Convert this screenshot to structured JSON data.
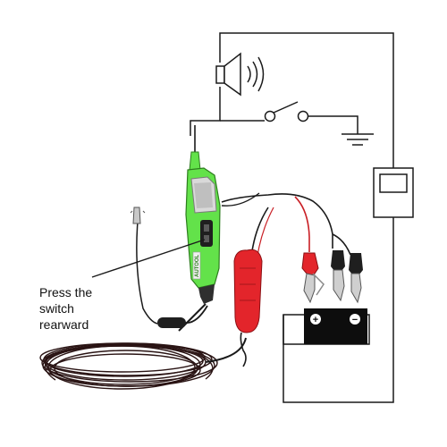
{
  "annotation": {
    "lines": [
      "Press the",
      "switch",
      "rearward"
    ]
  },
  "device": {
    "brand_label": "AUTOOL",
    "color": "#63e24a"
  },
  "colors": {
    "wire": "#1a1a1a",
    "probe_green": "#63e24a",
    "probe_dark": "#2f2f2f",
    "clip_red": "#e3252b",
    "clip_black": "#1f1f1f",
    "battery_fill": "#0d0d0d",
    "battery_terminal": "#ffffff",
    "cable_coil": "#2a1414"
  },
  "battery": {
    "terminals": [
      "+",
      "−"
    ]
  },
  "components": [
    "speaker-icon",
    "switch-symbol",
    "ground-symbol",
    "meter-box",
    "battery",
    "alligator-clips",
    "test-light-probe"
  ]
}
